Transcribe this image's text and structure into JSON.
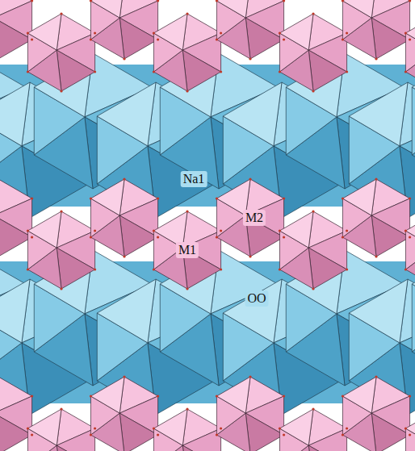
{
  "diagram": {
    "labels": [
      "Na1",
      "M2",
      "M1",
      "OO"
    ]
  }
}
